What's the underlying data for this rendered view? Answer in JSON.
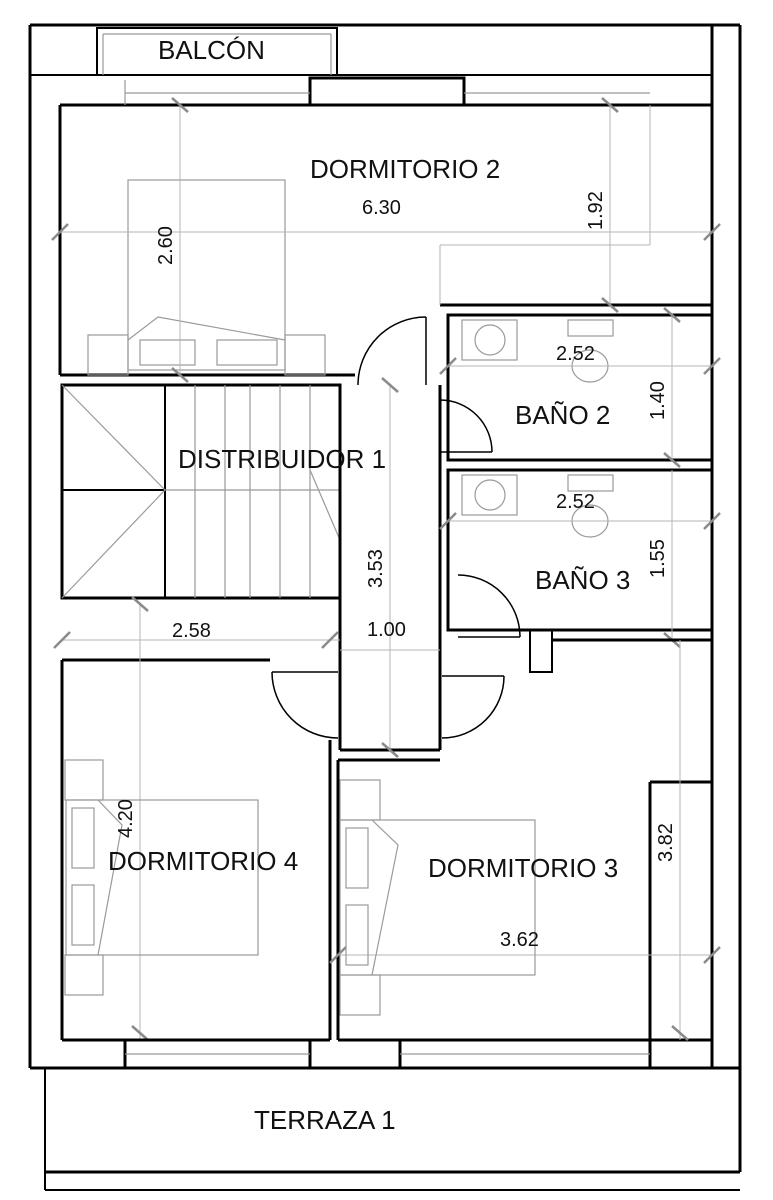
{
  "rooms": {
    "balcon": "BALCÓN",
    "dormitorio_2": "DORMITORIO 2",
    "bano_2": "BAÑO 2",
    "distribuidor_1": "DISTRIBUIDOR 1",
    "bano_3": "BAÑO 3",
    "dormitorio_4": "DORMITORIO 4",
    "dormitorio_3": "DORMITORIO 3",
    "terraza_1": "TERRAZA 1"
  },
  "dimensions": {
    "dorm2_width": "6.30",
    "dorm2_height": "2.60",
    "dorm2_side": "1.92",
    "bano2_width": "2.52",
    "bano2_height": "1.40",
    "bano3_width": "2.52",
    "bano3_height": "1.55",
    "distribuidor_length": "3.53",
    "distribuidor_width": "1.00",
    "dorm4_width": "2.58",
    "dorm4_height": "4.20",
    "dorm3_width": "3.62",
    "dorm3_height": "3.82"
  }
}
